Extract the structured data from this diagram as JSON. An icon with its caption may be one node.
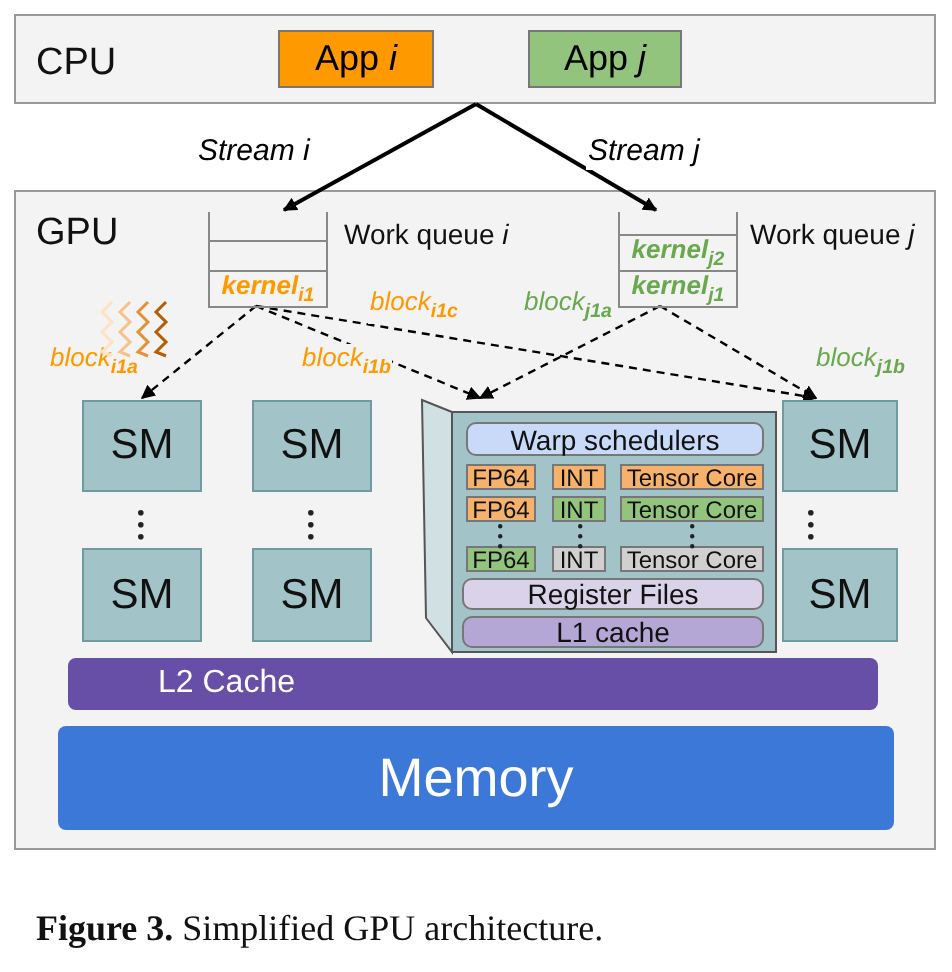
{
  "diagram": {
    "caption": "**Figure 3.** Simplified GPU architecture.",
    "nodes": [
      {
        "text": [
          "CPU"
        ]
      },
      {
        "text": [
          "App *i*"
        ],
        "in": 0
      },
      {
        "text": [
          "App *j*"
        ],
        "in": 0
      },
      {
        "text": [
          "GPU"
        ]
      },
      {
        "text": [
          "kernel$_{i1}$"
        ],
        "in": 3,
        "beside": [
          "Work queue *i*"
        ]
      },
      {
        "text": [
          "kernel$_{j2}$",
          "kernel$_{j1}$"
        ],
        "in": 3,
        "beside": [
          "Work queue *j*"
        ]
      },
      {
        "text": [
          "SM"
        ],
        "in": 3
      },
      {
        "text": [
          "SM"
        ],
        "in": 3
      },
      {
        "text": [
          "SM"
        ],
        "in": 3
      },
      {
        "text": [
          "SM"
        ],
        "in": 3
      },
      {
        "text": [
          "SM"
        ],
        "in": 3
      },
      {
        "text": [
          "SM"
        ],
        "in": 3
      },
      {
        "text": [],
        "shape": "box",
        "in": 3
      },
      {
        "text": [
          "Warp schedulers"
        ],
        "in": 12
      },
      {
        "text": [
          "FP64"
        ],
        "in": 12
      },
      {
        "text": [
          "INT"
        ],
        "in": 12
      },
      {
        "text": [
          "Tensor Core"
        ],
        "in": 12
      },
      {
        "text": [
          "FP64"
        ],
        "in": 12
      },
      {
        "text": [
          "INT"
        ],
        "in": 12
      },
      {
        "text": [
          "Tensor Core"
        ],
        "in": 12
      },
      {
        "text": [
          "FP64"
        ],
        "in": 12
      },
      {
        "text": [
          "INT"
        ],
        "in": 12
      },
      {
        "text": [
          "Tensor Core"
        ],
        "in": 12
      },
      {
        "text": [
          "Register Files"
        ],
        "in": 12
      },
      {
        "text": [
          "L1 cache"
        ],
        "in": 12
      },
      {
        "text": [
          "L2 Cache"
        ],
        "in": 3
      },
      {
        "text": [
          "Memory"
        ],
        "in": 3
      }
    ],
    "edges": [
      {
        "from": 0,
        "to": 4,
        "arrow": "to",
        "label": "Stream *i*"
      },
      {
        "from": 0,
        "to": 5,
        "arrow": "to",
        "label": "Stream *j*"
      },
      {
        "from": 4,
        "to": 6,
        "arrow": "to",
        "style": "dashed",
        "label": "block$_{i1a}$"
      },
      {
        "from": 4,
        "to": 12,
        "arrow": "to",
        "style": "dashed",
        "label": "block$_{i1b}$"
      },
      {
        "from": 4,
        "to": 8,
        "arrow": "to",
        "style": "dashed",
        "label": "block$_{i1c}$"
      },
      {
        "from": 5,
        "to": 12,
        "arrow": "to",
        "style": "dashed",
        "label": "block$_{j1a}$"
      },
      {
        "from": 5,
        "to": 8,
        "arrow": "to",
        "style": "dashed",
        "label": "block$_{j1b}$"
      }
    ]
  }
}
